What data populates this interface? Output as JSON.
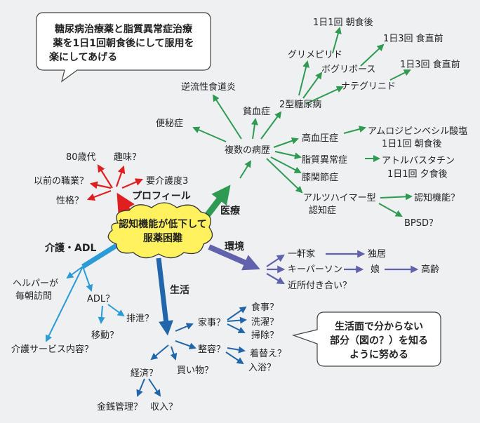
{
  "callouts": {
    "top": [
      "糖尿病治療薬と脂質異常症治療",
      "薬を1日1回朝食後にして服用を",
      "楽にしてあげる"
    ],
    "bottom": [
      "生活面で分からない",
      "部分（図の？）を知る",
      "ように努める"
    ]
  },
  "center": [
    "認知機能が低下して",
    "服薬困難"
  ],
  "branches": {
    "profile": "プロフィール",
    "medical": "医療",
    "environment": "環境",
    "care": "介護・ADL",
    "life": "生活"
  },
  "profile_items": {
    "age": "80歳代",
    "hobby": "趣味？",
    "care_level": "要介護度3",
    "job": "以前の職業？",
    "personality": "性格？"
  },
  "medical": {
    "history": "複数の病歴",
    "anemia": "貧血症",
    "reflux": "逆流性食道炎",
    "constipation": "便秘症",
    "diabetes": "2型糖尿病",
    "glimepiride": "グリメピリド",
    "glimepiride_dose": "1日1回 朝食後",
    "voglibose": "ボグリボース",
    "voglibose_dose": "1日3回 食直前",
    "nateglinide": "ナテグリニド",
    "nateglinide_dose": "1日3回 食直前",
    "hypertension": "高血圧症",
    "amlodipine": "アムロジピンベシル酸塩",
    "amlodipine_dose": "1日1回 朝食後",
    "dyslipidemia": "脂質異常症",
    "atorvastatin": "アトルバスタチン",
    "atorvastatin_dose": "1日1回 夕食後",
    "knee": "膝関節症",
    "alzheimer": [
      "アルツハイマー型",
      "認知症"
    ],
    "cognitive": "認知機能？",
    "bpsd": "BPSD？"
  },
  "environment": {
    "house": "一軒家",
    "alone": "独居",
    "keyperson": "キーパーソン",
    "daughter": "娘",
    "elderly": "高齢",
    "neighbors": "近所付き合い？"
  },
  "care": {
    "helper": [
      "ヘルパーが",
      "毎朝訪問"
    ],
    "adl": "ADL？",
    "excretion": "排泄？",
    "movement": "移動？",
    "service": "介護サービス内容？"
  },
  "life": {
    "housework": "家事？",
    "meals": "食事？",
    "laundry": "洗濯？",
    "cleaning": "掃除？",
    "grooming": "整容？",
    "dressing": "着替え？",
    "bathing": "入浴？",
    "economy": "経済？",
    "money": "金銭管理？",
    "income": "収入？",
    "shopping": "買い物？"
  },
  "colors": {
    "background": "#eef0f1",
    "profile": "#e02020",
    "medical": "#2e9a52",
    "environment": "#6262ac",
    "care": "#2c9ad6",
    "life": "#2166aa",
    "center_cloud": "#fff25e"
  }
}
